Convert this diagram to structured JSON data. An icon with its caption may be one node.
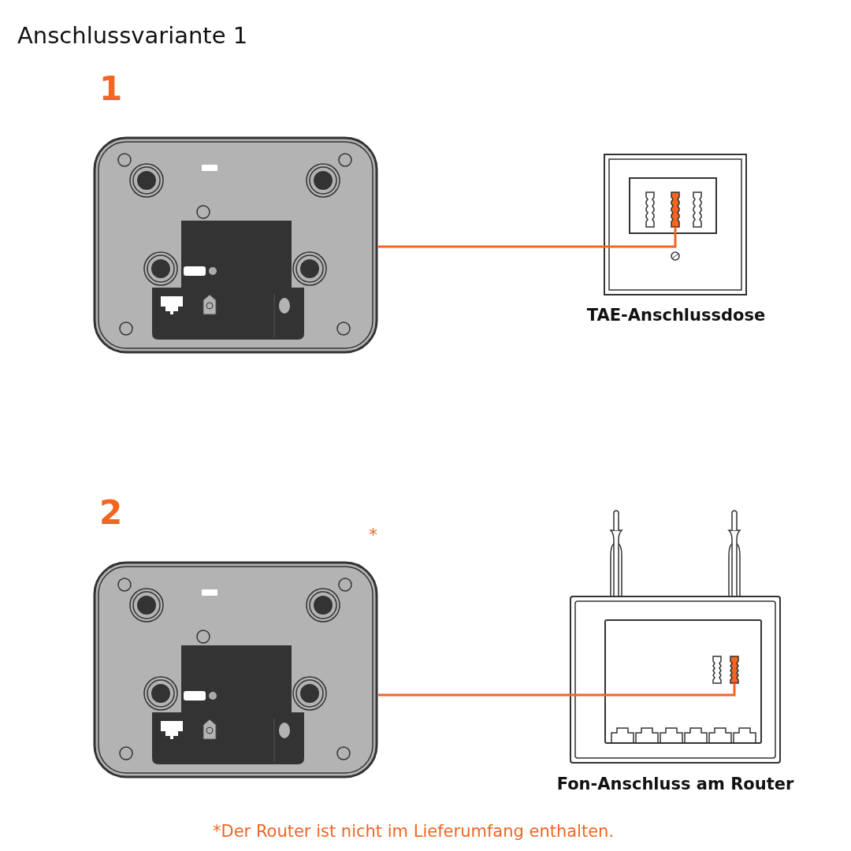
{
  "diagram": {
    "title": "Anschlussvariante 1",
    "caption": "*Der Router ist nicht im Lieferumfang enthalten.",
    "nodes": [
      {
        "text": [],
        "shape": "picture"
      },
      {
        "text": [
          "TAE-Anschlussdose"
        ]
      },
      {
        "text": [],
        "shape": "picture"
      },
      {
        "text": [
          "Fon-Anschluss am Router"
        ]
      }
    ],
    "edges": [
      {
        "from": 0,
        "to": 1,
        "arrow": "none"
      },
      {
        "from": 2,
        "to": 3,
        "arrow": "none"
      }
    ],
    "labels": [
      "1",
      "2",
      "*"
    ]
  }
}
